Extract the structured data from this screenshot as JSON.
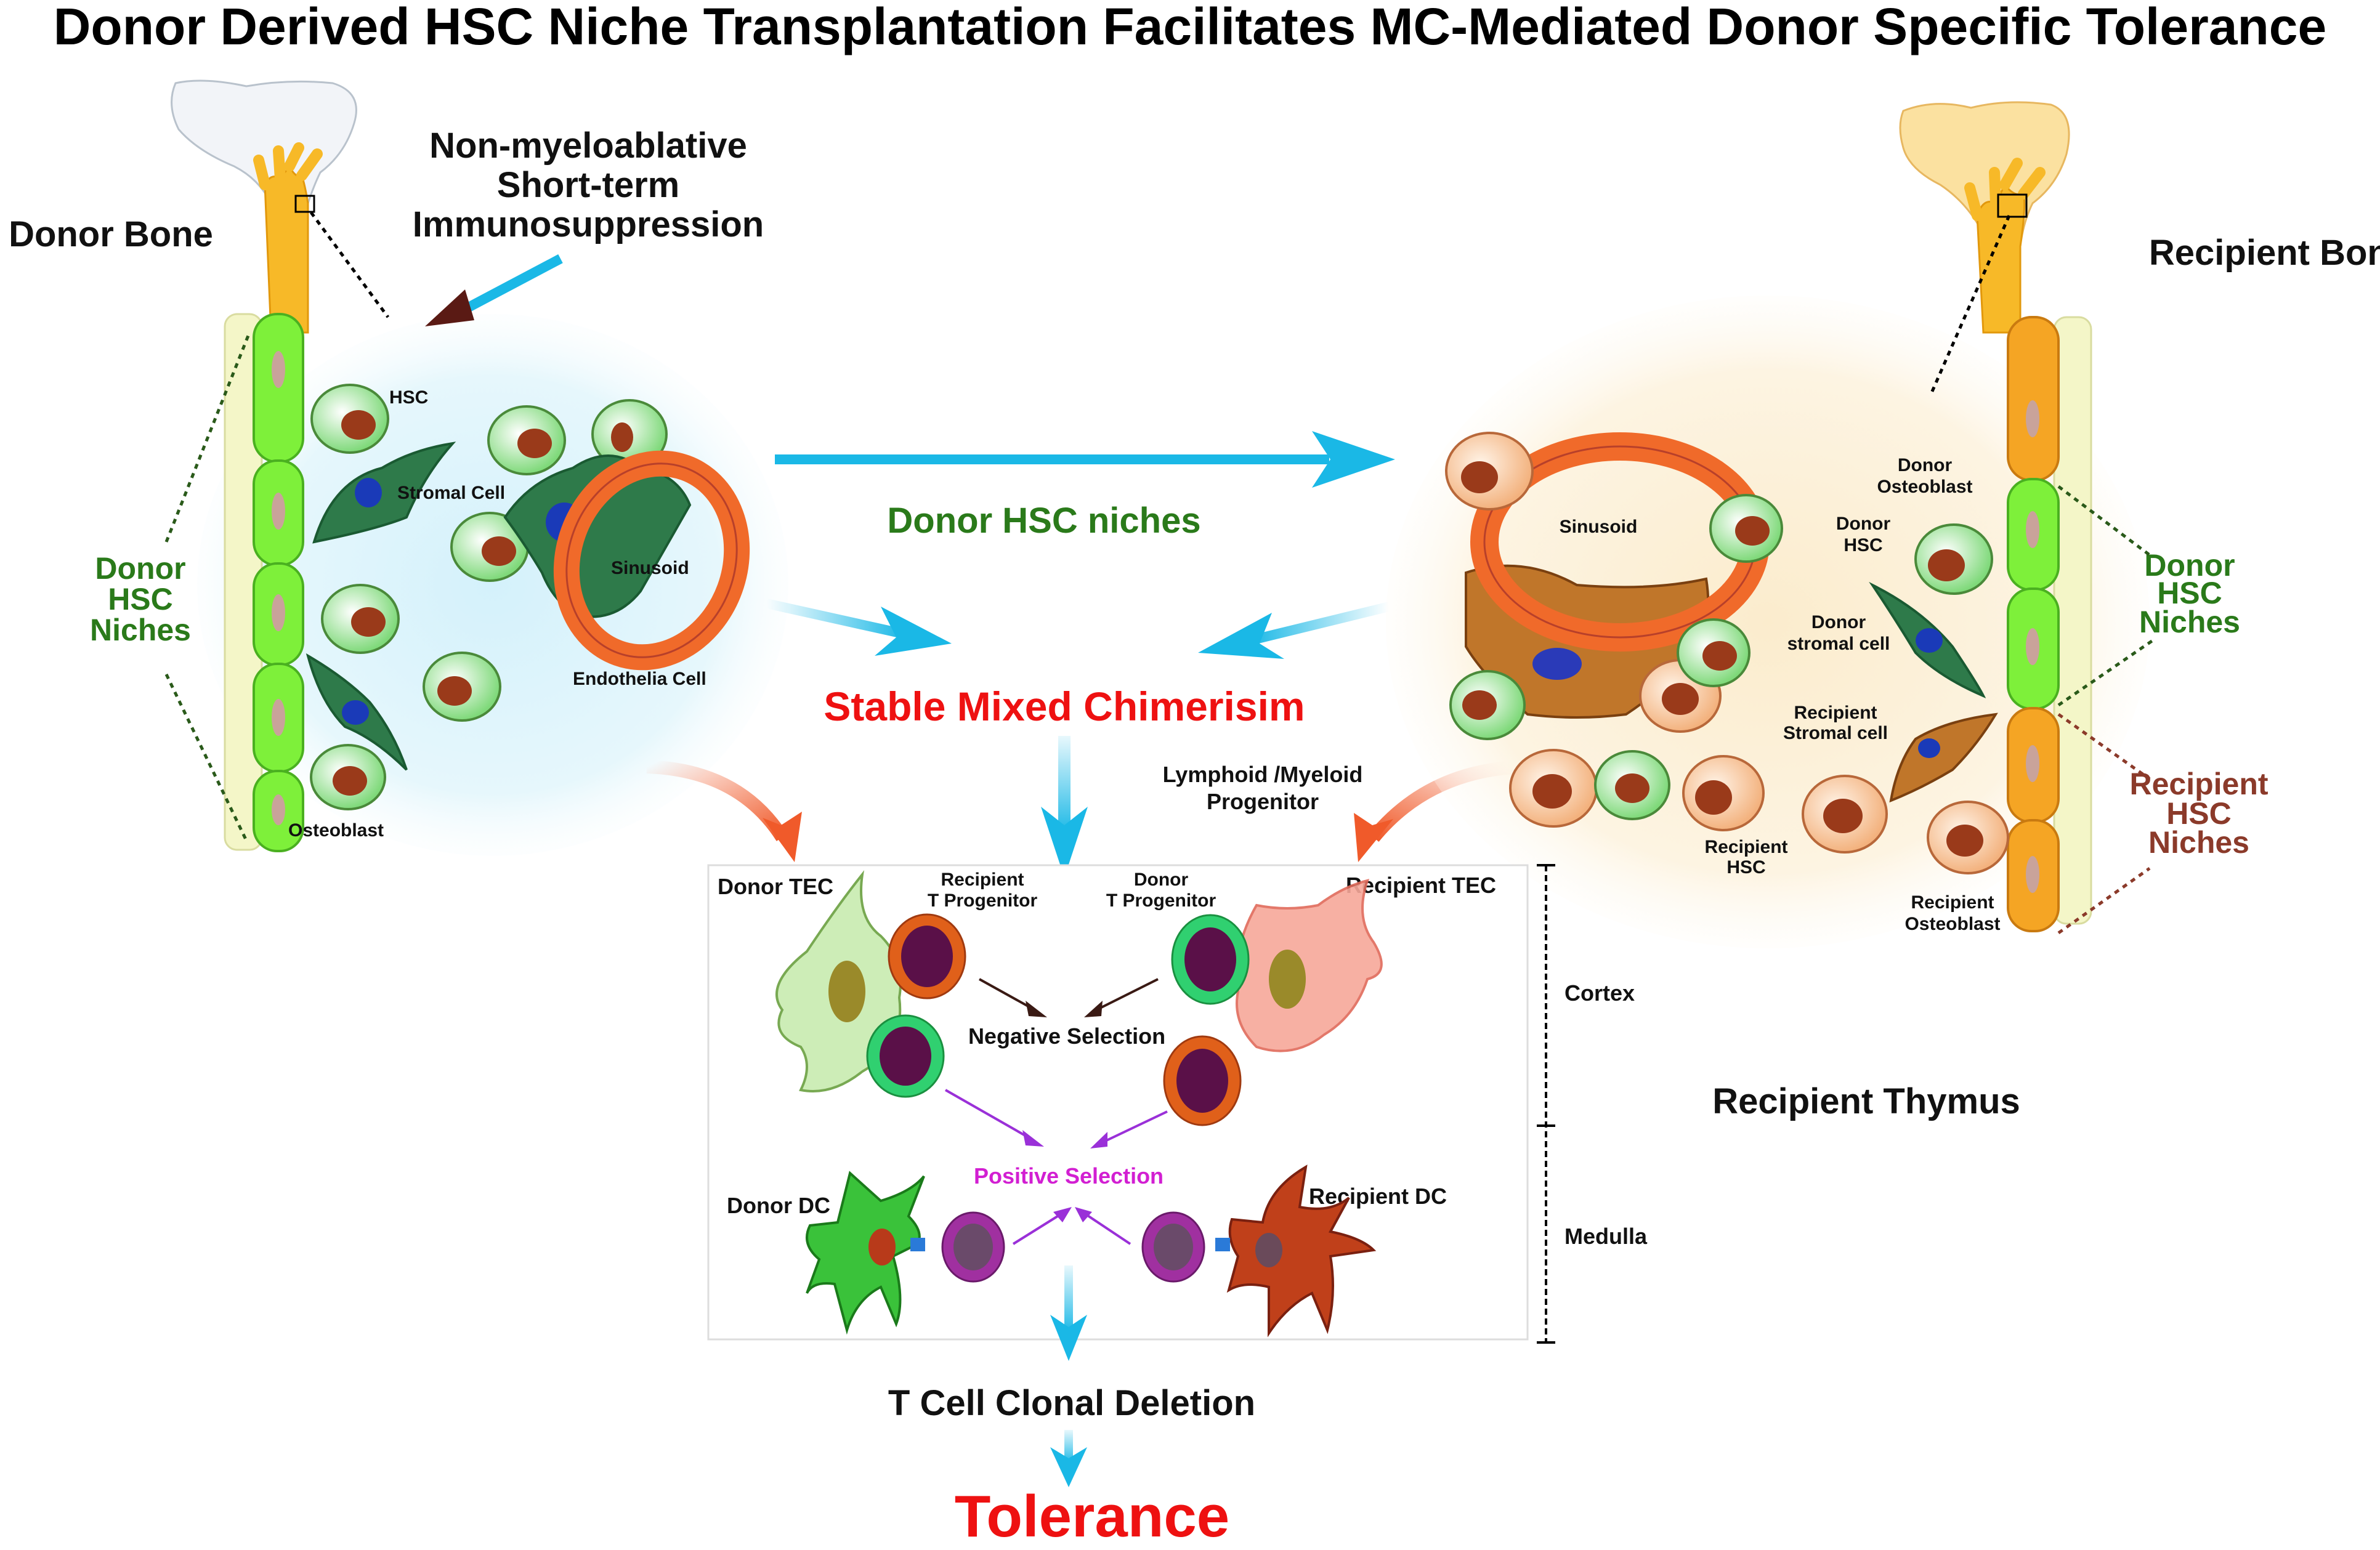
{
  "title": "Donor Derived HSC Niche Transplantation Facilitates MC-Mediated Donor Specific Tolerance",
  "donor_side": {
    "bone_label": "Donor Bone",
    "treatment": [
      "Non-myeloablative",
      "Short-term",
      "Immunosuppression"
    ],
    "niche_label": [
      "Donor",
      "HSC",
      "Niches"
    ],
    "cells": {
      "hsc": "HSC",
      "stromal": "Stromal Cell",
      "sinusoid": "Sinusoid",
      "endothelia": "Endothelia Cell",
      "osteoblast": "Osteoblast"
    }
  },
  "recipient_side": {
    "bone_label": "Recipient Bone",
    "donor_niche_label": [
      "Donor",
      "HSC",
      "Niches"
    ],
    "recipient_niche_label": [
      "Recipient",
      "HSC",
      "Niches"
    ],
    "cells": {
      "sinusoid": "Sinusoid",
      "donor_osteoblast": [
        "Donor",
        "Osteoblast"
      ],
      "donor_hsc": [
        "Donor",
        "HSC"
      ],
      "donor_stromal": [
        "Donor",
        "stromal cell"
      ],
      "recipient_stromal": [
        "Recipient",
        "Stromal cell"
      ],
      "recipient_hsc": [
        "Recipient",
        "HSC"
      ],
      "recipient_osteoblast": [
        "Recipient",
        "Osteoblast"
      ]
    }
  },
  "transfer_label": "Donor HSC niches",
  "chimerism_label": "Stable Mixed Chimerisim",
  "progenitor_label": [
    "Lymphoid /Myeloid",
    "Progenitor"
  ],
  "thymus": {
    "label": "Recipient Thymus",
    "cortex": "Cortex",
    "medulla": "Medulla",
    "donor_tec": "Donor TEC",
    "recipient_tec": "Recipient TEC",
    "recipient_t_progenitor": [
      "Recipient",
      "T Progenitor"
    ],
    "donor_t_progenitor": [
      "Donor",
      "T Progenitor"
    ],
    "negative_selection": "Negative Selection",
    "positive_selection": "Positive Selection",
    "donor_dc": "Donor DC",
    "recipient_dc": "Recipient DC"
  },
  "outcome": {
    "deletion": "T Cell Clonal Deletion",
    "tolerance": "Tolerance"
  },
  "colors": {
    "red": "#ee1111",
    "green": "#2a7a1a",
    "brown": "#8b3a2a",
    "cyan": "#1ab8e6",
    "magenta": "#d21fd2"
  }
}
